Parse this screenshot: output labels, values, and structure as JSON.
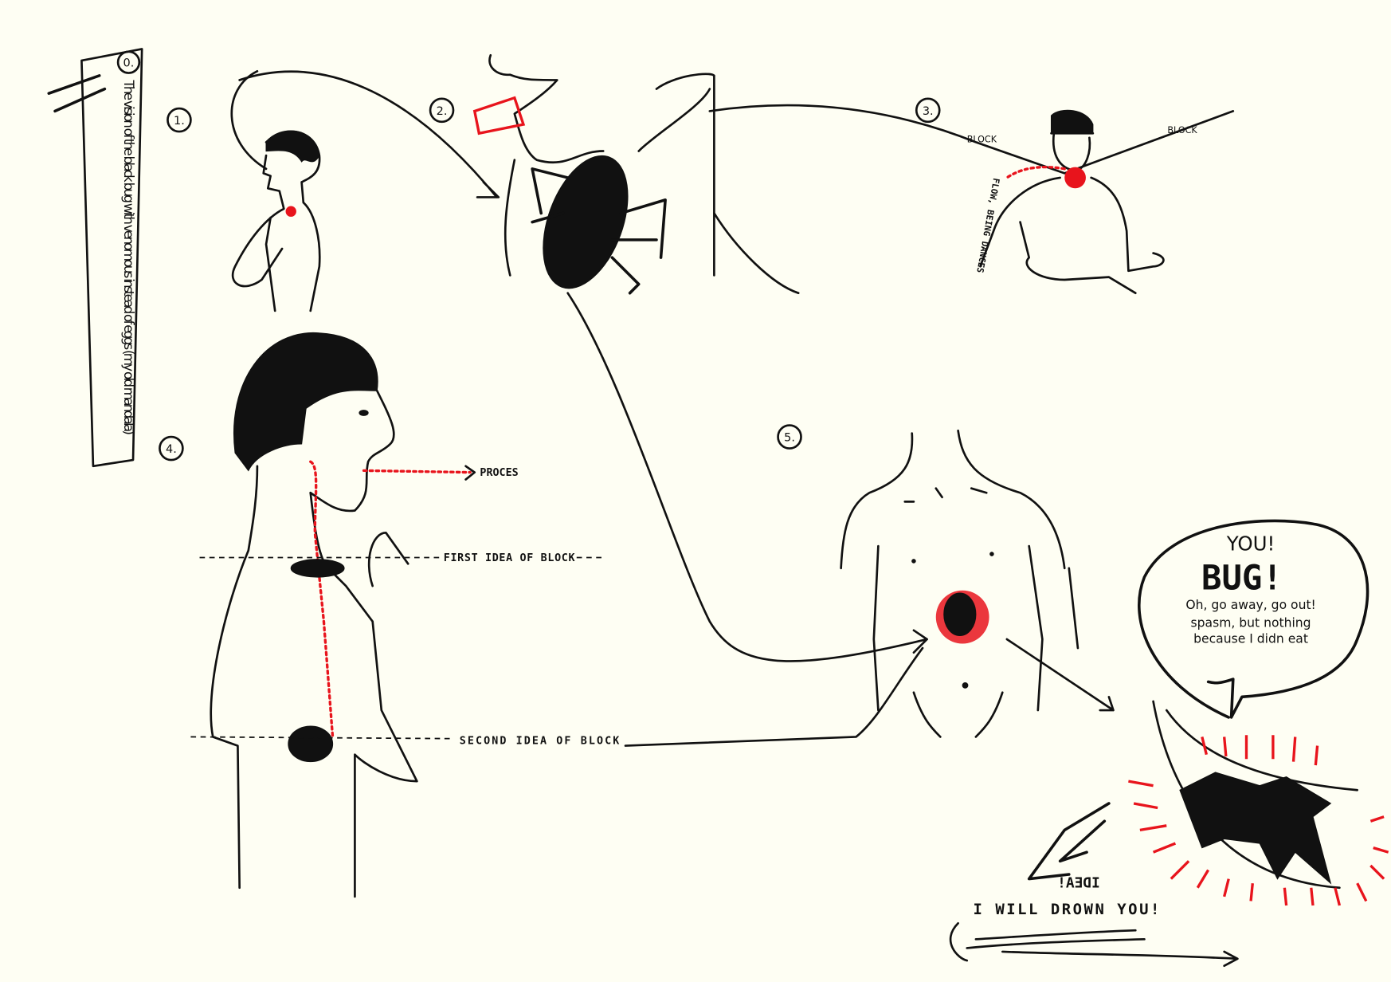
{
  "caption": "The vision of the black bug with venomous instead of eggs (my old mandala)",
  "caption_number": "0.",
  "steps": [
    "1.",
    "2.",
    "3.",
    "4.",
    "5."
  ],
  "labels": {
    "proces": "PROCES",
    "first_block": "FIRST IDEA OF BLOCK",
    "second_block": "SECOND IDEA OF BLOCK",
    "block_left": "BLOCK",
    "block_right": "BLOCK",
    "flow": "FLOW, BEING DANCES"
  },
  "speech_bubble": {
    "line1": "YOU!",
    "line2": "BUG!",
    "line3": "Oh, go away, go out!",
    "line4": "spasm, but nothing",
    "line5": "because I didn eat"
  },
  "bottom": {
    "idea": "IDEA!",
    "drown": "I WILL DROWN YOU!"
  },
  "colors": {
    "ink": "#111111",
    "red": "#e8141c",
    "paper": "#fefef3"
  }
}
